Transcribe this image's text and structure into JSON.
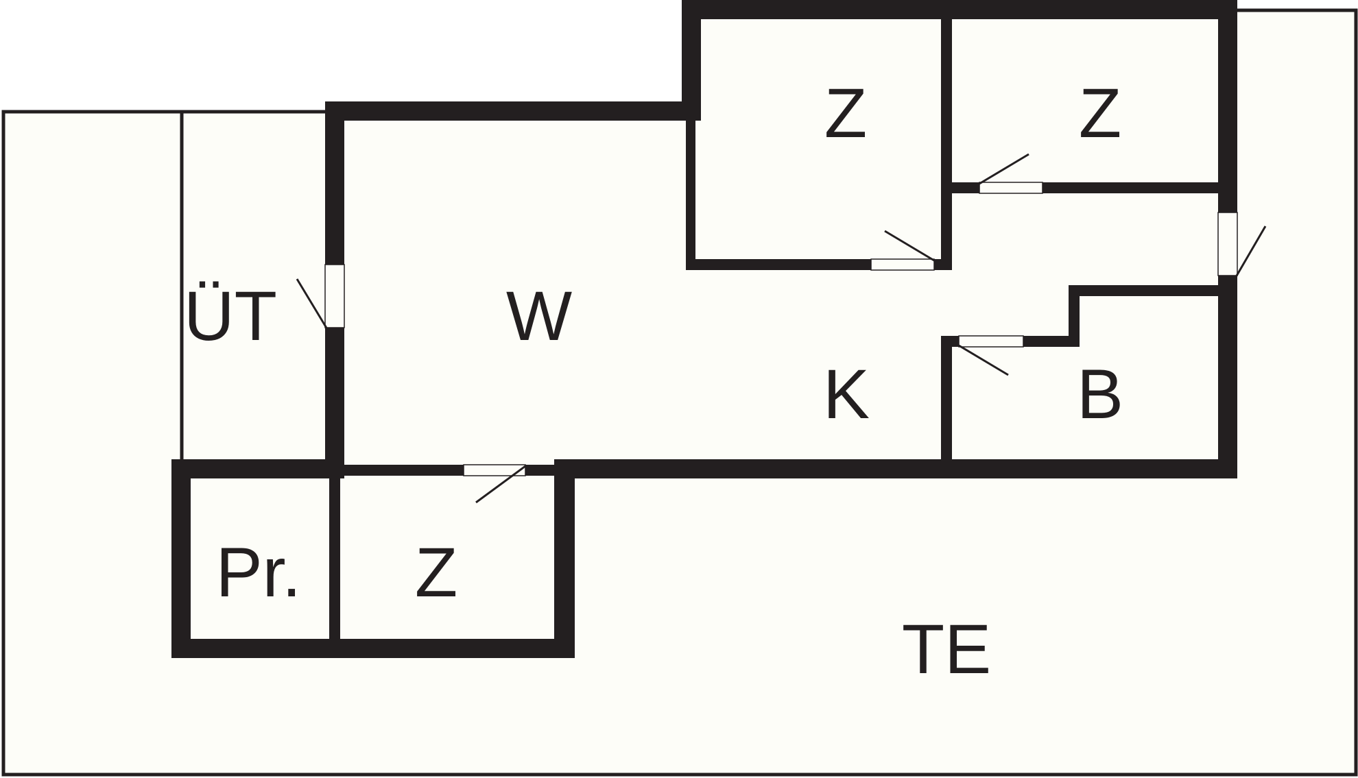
{
  "colors": {
    "background": "#ffffff",
    "floor": "#fdfdf8",
    "wall": "#231f20",
    "door_swing": "#231f20"
  },
  "rooms": [
    {
      "key": "ut",
      "label": "ÜT"
    },
    {
      "key": "w",
      "label": "W"
    },
    {
      "key": "z_top_left",
      "label": "Z"
    },
    {
      "key": "z_top_right",
      "label": "Z"
    },
    {
      "key": "k",
      "label": "K"
    },
    {
      "key": "b",
      "label": "B"
    },
    {
      "key": "pr",
      "label": "Pr."
    },
    {
      "key": "z_bottom",
      "label": "Z"
    },
    {
      "key": "te",
      "label": "TE"
    }
  ]
}
